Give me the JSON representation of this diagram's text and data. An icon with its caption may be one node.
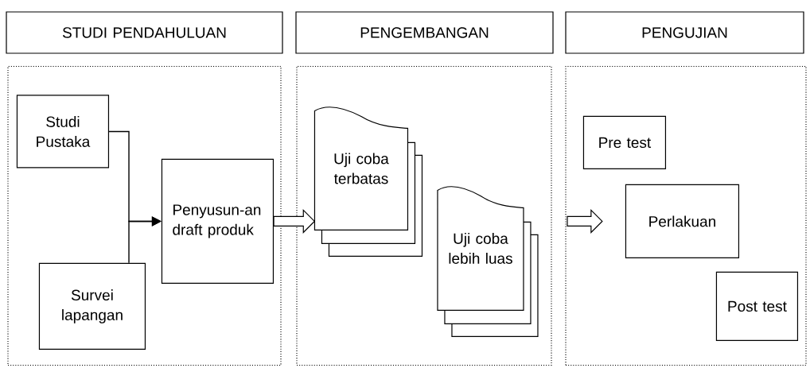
{
  "diagram": {
    "nodes": [
      {
        "text": [
          "STUDI PENDAHULUAN"
        ]
      },
      {
        "text": [
          "PENGEMBANGAN"
        ]
      },
      {
        "text": [
          "PENGUJIAN"
        ]
      },
      {
        "text": [],
        "shape": "box"
      },
      {
        "text": [],
        "shape": "box"
      },
      {
        "text": [],
        "shape": "box"
      },
      {
        "text": [
          "Studi Pustaka"
        ],
        "in": 3
      },
      {
        "text": [
          "Survei lapangan"
        ],
        "in": 3
      },
      {
        "text": [
          "Penyusun-an draft produk"
        ],
        "in": 3
      },
      {
        "text": [
          "Uji coba terbatas"
        ],
        "in": 4
      },
      {
        "text": [
          "Uji coba lebih luas"
        ],
        "in": 4
      },
      {
        "text": [
          "Pre test"
        ],
        "in": 5
      },
      {
        "text": [
          "Perlakuan"
        ],
        "in": 5
      },
      {
        "text": [
          "Post test"
        ],
        "in": 5
      }
    ],
    "edges": [
      {
        "from": 6,
        "to": 8,
        "arrow": "to"
      },
      {
        "from": 7,
        "to": 8,
        "arrow": "to"
      },
      {
        "from": 8,
        "to": 9,
        "arrow": "to",
        "style": "thick"
      },
      {
        "from": null,
        "to": 12,
        "arrow": "to",
        "style": "thick"
      }
    ]
  }
}
